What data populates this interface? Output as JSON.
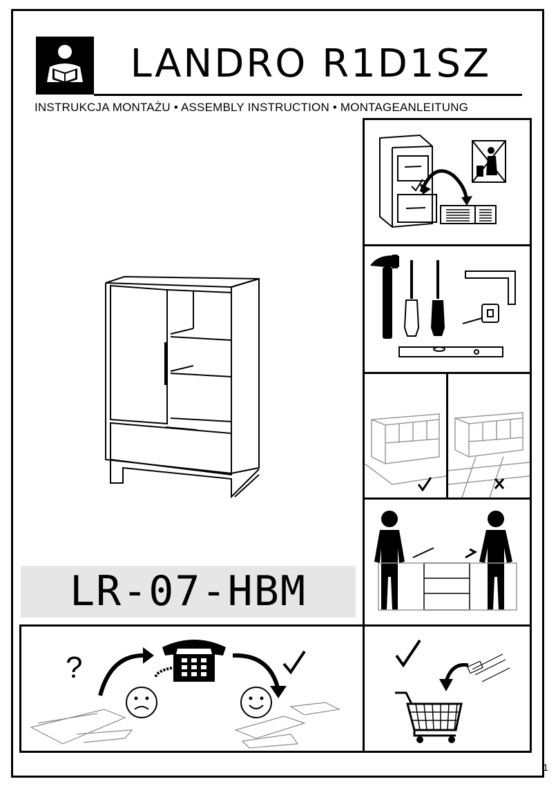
{
  "header": {
    "brand": "LANDRO R1D1SZ",
    "subtitle": "INSTRUKCJA MONTAŻU • ASSEMBLY INSTRUCTION • MONTAGEANLEITUNG"
  },
  "product": {
    "model_code": "LR-07-HBM"
  },
  "footer": {
    "page_number": "1"
  },
  "icons": [
    "reader-icon",
    "keep-instructions-icon",
    "no-litter-icon",
    "hammer-icon",
    "screwdriver-icon",
    "tape-measure-icon",
    "square-icon",
    "level-icon",
    "soft-surface-icon",
    "hard-floor-icon",
    "two-person-icon",
    "phone-support-icon",
    "spare-parts-cart-icon"
  ],
  "marks": {
    "check": "✓",
    "cross": "✕",
    "question": "?"
  }
}
